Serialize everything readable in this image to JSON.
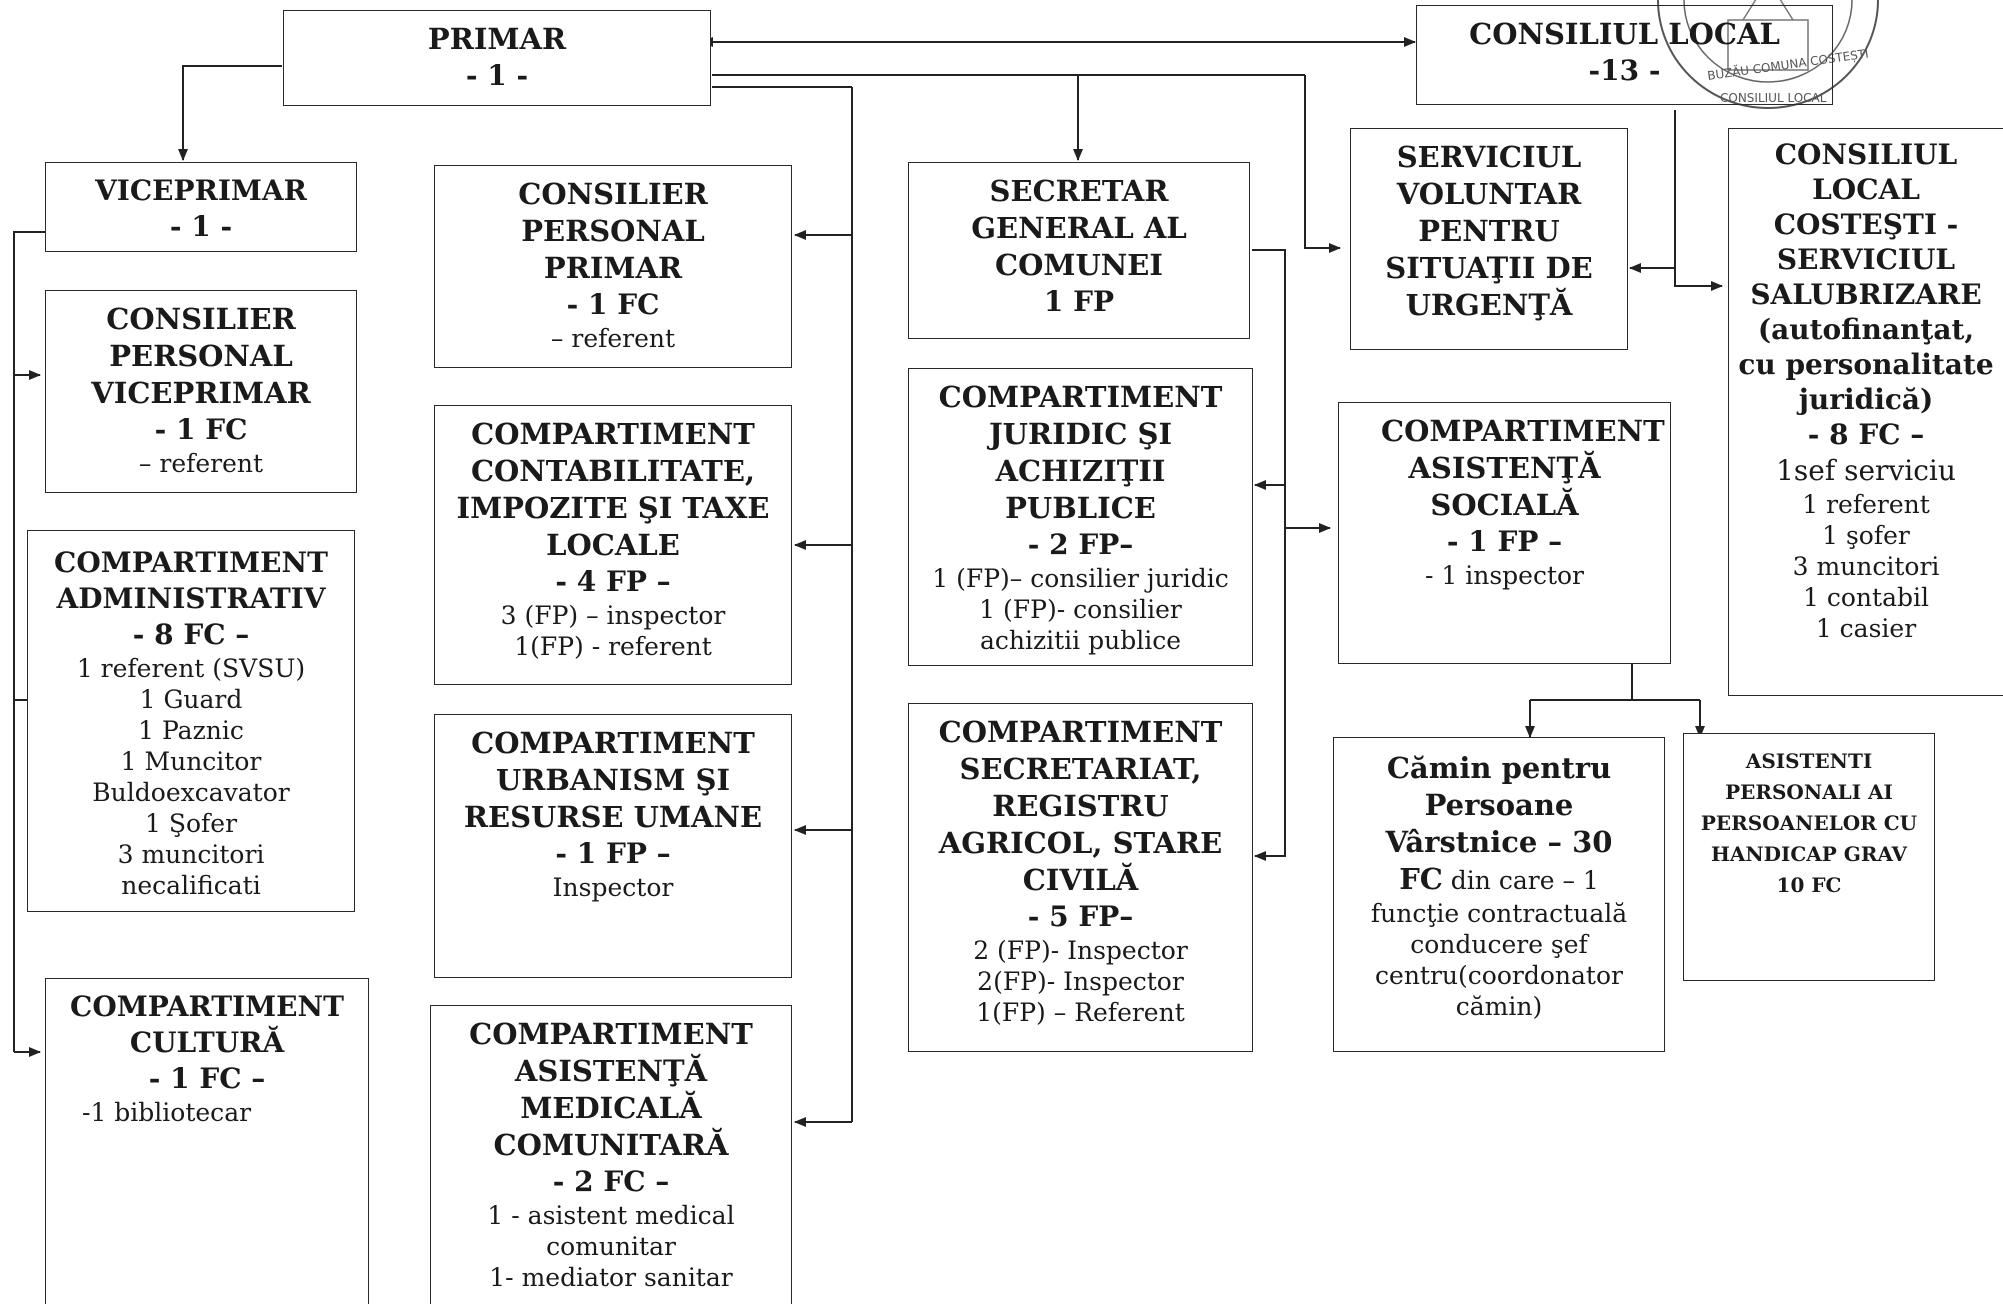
{
  "primar": {
    "title": "PRIMAR",
    "count": "- 1 -"
  },
  "consiliu_local": {
    "title": "CONSILIUL LOCAL",
    "count": "-13 -"
  },
  "stamp_text": [
    "BUZĂU COMUNA COSTEȘTI",
    "CONSILIUL LOCAL"
  ],
  "viceprimar": {
    "title": "VICEPRIMAR",
    "count": "- 1 -"
  },
  "consilier_viceprimar": {
    "title": "CONSILIER PERSONAL VICEPRIMAR",
    "count": "- 1 FC",
    "detail": "– referent"
  },
  "comp_administrativ": {
    "title": "COMPARTIMENT ADMINISTRATIV",
    "count": "- 8 FC –",
    "details": [
      "1 referent (SVSU)",
      "1 Guard",
      "1 Paznic",
      "1 Muncitor",
      "Buldoexcavator",
      "1 Şofer",
      "3 muncitori",
      "necalificati"
    ]
  },
  "comp_cultura": {
    "title": "COMPARTIMENT CULTURĂ",
    "count": "- 1 FC –",
    "detail": "-1 bibliotecar"
  },
  "consilier_primar": {
    "title": "CONSILIER PERSONAL PRIMAR",
    "count": "- 1 FC",
    "detail": "– referent"
  },
  "comp_contabilitate": {
    "title": "COMPARTIMENT CONTABILITATE, IMPOZITE ŞI TAXE LOCALE",
    "count": "- 4 FP –",
    "details": [
      "3 (FP) – inspector",
      "1(FP) - referent"
    ]
  },
  "comp_urbanism": {
    "title": "COMPARTIMENT URBANISM ŞI RESURSE UMANE",
    "count": "- 1 FP –",
    "detail": "Inspector"
  },
  "comp_medicala": {
    "title": "COMPARTIMENT ASISTENŢĂ MEDICALĂ COMUNITARĂ",
    "count": "- 2 FC –",
    "details": [
      "1 - asistent medical",
      "comunitar",
      "1- mediator sanitar"
    ]
  },
  "secretar": {
    "title": "SECRETAR GENERAL AL COMUNEI",
    "count": "1 FP"
  },
  "comp_juridic": {
    "title": "COMPARTIMENT JURIDIC ŞI ACHIZIŢII PUBLICE",
    "count": "- 2 FP–",
    "details": [
      "1 (FP)– consilier juridic",
      "1 (FP)- consilier",
      "achizitii publice"
    ]
  },
  "comp_secretariat": {
    "title": "COMPARTIMENT SECRETARIAT, REGISTRU AGRICOL, STARE CIVILĂ",
    "count": "- 5 FP–",
    "details": [
      "2 (FP)- Inspector",
      "2(FP)- Inspector",
      "1(FP) – Referent"
    ]
  },
  "svsu": {
    "title": "SERVICIUL VOLUNTAR PENTRU SITUAŢII DE URGENŢĂ"
  },
  "comp_asistenta_sociala": {
    "title": "COMPARTIMENT ASISTENŢĂ SOCIALĂ",
    "count": "- 1 FP –",
    "detail": "- 1 inspector"
  },
  "consiliu_salubrizare": {
    "title": "CONSILIUL LOCAL COSTEŞTI - SERVICIUL SALUBRIZARE (autofinanţat, cu personalitate juridică)",
    "count": "- 8 FC –",
    "lead": "1sef serviciu",
    "details": [
      "1 referent",
      "1 şofer",
      "3 muncitori",
      "1 contabil",
      "1 casier"
    ]
  },
  "camin": {
    "title": "Cămin pentru Persoane Vârstnice – 30",
    "title2": "FC",
    "title2_rest": " din care – 1",
    "details": [
      "funcţie contractuală",
      "conducere şef",
      "centru(coordonator",
      "cămin)"
    ]
  },
  "asistenti_personali": {
    "title": "ASISTENTI PERSONALI AI PERSOANELOR CU HANDICAP GRAV",
    "count": "10 FC"
  }
}
